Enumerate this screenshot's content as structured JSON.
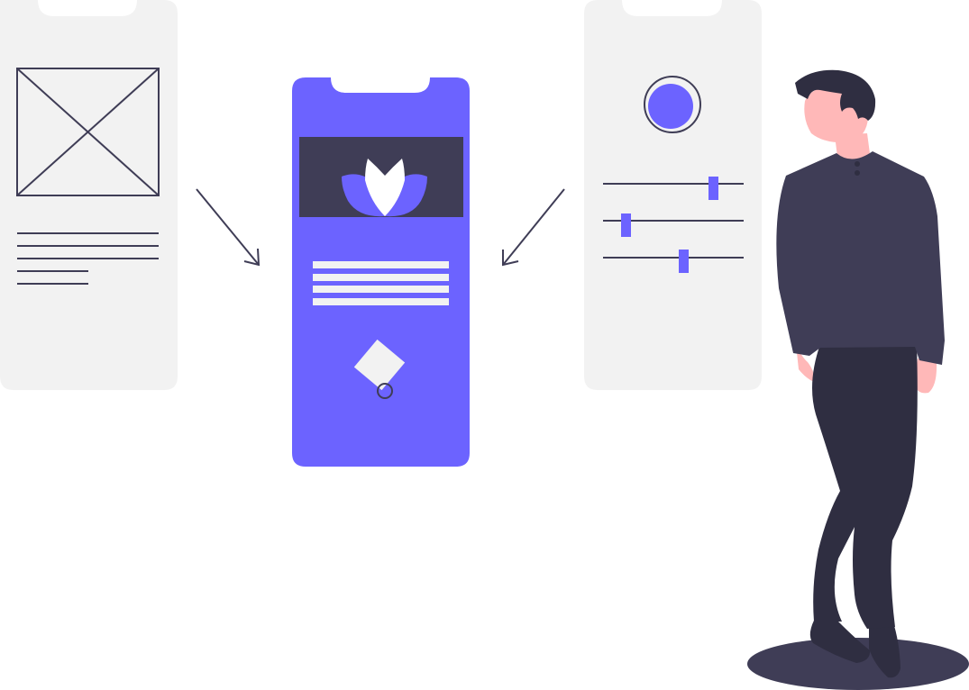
{
  "colors": {
    "background": "#ffffff",
    "phone_wireframe": "#f2f2f2",
    "accent": "#6c63ff",
    "dark": "#3f3d56",
    "pants": "#2f2e41",
    "skin": "#ffb8b8",
    "light_block": "#f2f2f2",
    "white": "#ffffff"
  },
  "illustration": {
    "left_wireframe_phone": {
      "image_placeholder_icon": "image-placeholder-icon",
      "text_line_count": 5
    },
    "center_phone": {
      "header_icon": "lotus-icon",
      "text_line_count": 4,
      "shape_icon": "diamond-shape-icon"
    },
    "right_wireframe_phone": {
      "avatar_icon": "avatar-circle-icon",
      "sliders": [
        {
          "level": 0.79
        },
        {
          "level": 0.16
        },
        {
          "level": 0.58
        }
      ]
    },
    "arrows": [
      "arrow-left-to-center-icon",
      "arrow-right-to-center-icon"
    ],
    "person": "standing-man-figure"
  }
}
